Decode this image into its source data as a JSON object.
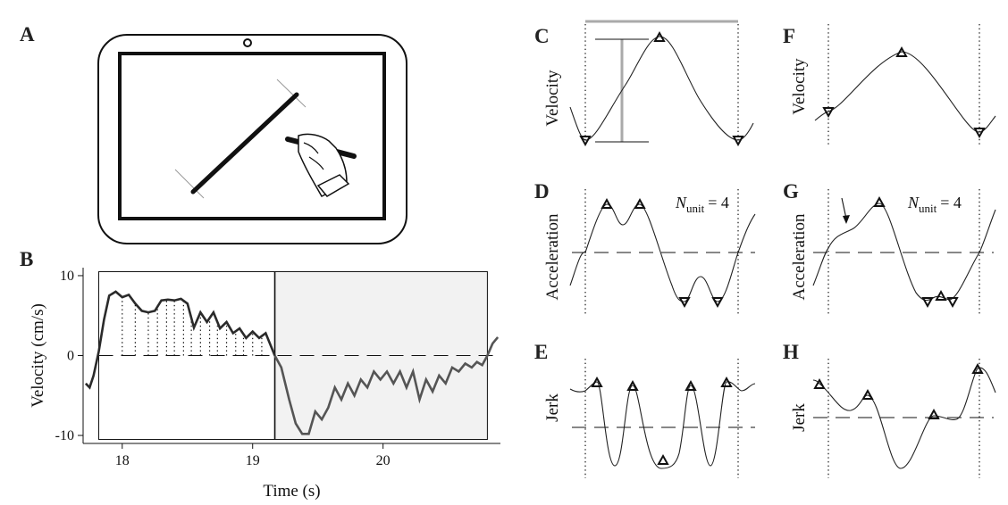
{
  "panels": {
    "A": "A",
    "B": "B",
    "C": "C",
    "D": "D",
    "E": "E",
    "F": "F",
    "G": "G",
    "H": "H"
  },
  "labels": {
    "velocity": "Velocity",
    "acceleration": "Acceleration",
    "jerk": "Jerk",
    "n_symbol": "N",
    "n_sub": "unit",
    "n_value_D": "= 4",
    "n_value_G": "= 4"
  },
  "icons": {
    "tablet": "tablet-icon",
    "pen_hand": "hand-with-pen-icon"
  },
  "chart_data": {
    "type": "line",
    "xlabel": "Time (s)",
    "ylabel": "Velocity (cm/s)",
    "xlim": [
      17.7,
      20.9
    ],
    "ylim": [
      -11,
      11
    ],
    "xticks": [
      18,
      19,
      20
    ],
    "yticks": [
      10,
      0,
      -10
    ],
    "zero_line": "dashed",
    "shaded_interval": [
      19.17,
      20.8
    ],
    "divider_at": 19.17,
    "series": [
      {
        "x": [
          17.72,
          17.75,
          17.78,
          17.82,
          17.86,
          17.9,
          17.95,
          18.0,
          18.05,
          18.1,
          18.15,
          18.2,
          18.25,
          18.3,
          18.35,
          18.4,
          18.45,
          18.5,
          18.55,
          18.6,
          18.65,
          18.7,
          18.75,
          18.8,
          18.85,
          18.9,
          18.95,
          19.0,
          19.05,
          19.1,
          19.17
        ],
        "y": [
          -3.5,
          -4.0,
          -2.5,
          0.5,
          4.5,
          7.5,
          8.0,
          7.3,
          7.6,
          6.5,
          5.6,
          5.4,
          5.6,
          6.9,
          7.0,
          6.9,
          7.1,
          6.5,
          3.5,
          5.4,
          4.2,
          5.4,
          3.4,
          4.2,
          2.8,
          3.4,
          2.2,
          3.0,
          2.2,
          2.8,
          0.0
        ]
      },
      {
        "x": [
          19.17,
          19.22,
          19.28,
          19.33,
          19.38,
          19.43,
          19.48,
          19.53,
          19.58,
          19.63,
          19.68,
          19.73,
          19.78,
          19.83,
          19.88,
          19.93,
          19.98,
          20.03,
          20.08,
          20.13,
          20.18,
          20.23,
          20.28,
          20.33,
          20.38,
          20.43,
          20.48,
          20.53,
          20.58,
          20.63,
          20.68,
          20.72,
          20.76,
          20.8,
          20.84,
          20.88
        ],
        "y": [
          0.0,
          -1.5,
          -5.5,
          -8.5,
          -9.8,
          -9.8,
          -7.0,
          -8.0,
          -6.5,
          -4.0,
          -5.5,
          -3.5,
          -5.0,
          -3.0,
          -4.0,
          -2.0,
          -3.0,
          -2.0,
          -3.5,
          -2.0,
          -4.0,
          -2.0,
          -5.5,
          -3.0,
          -4.5,
          -2.5,
          -3.5,
          -1.5,
          -2.0,
          -1.0,
          -1.5,
          -0.8,
          -1.2,
          0.0,
          1.5,
          2.3
        ]
      }
    ],
    "dotted_marks_x": [
      18.0,
      18.1,
      18.2,
      18.27,
      18.34,
      18.4,
      18.47,
      18.53,
      18.6,
      18.67,
      18.73,
      18.8,
      18.87,
      18.93,
      19.0,
      19.07
    ]
  }
}
